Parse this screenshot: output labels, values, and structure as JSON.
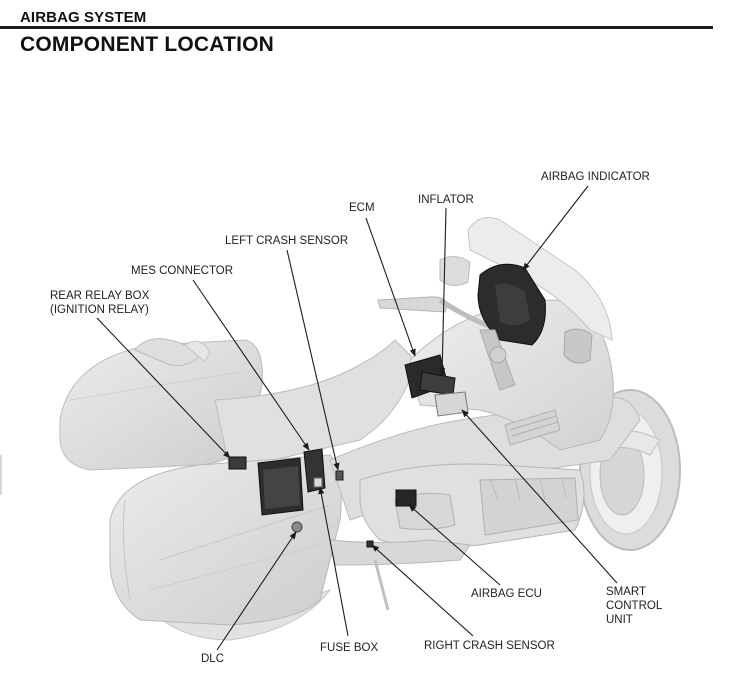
{
  "header": {
    "section": "AIRBAG SYSTEM",
    "title": "COMPONENT LOCATION"
  },
  "figure": {
    "subject": "motorcycle-illustration",
    "callouts": [
      {
        "id": "airbag-indicator",
        "label": "AIRBAG INDICATOR"
      },
      {
        "id": "inflator",
        "label": "INFLATOR"
      },
      {
        "id": "ecm",
        "label": "ECM"
      },
      {
        "id": "left-crash-sensor",
        "label": "LEFT CRASH SENSOR"
      },
      {
        "id": "mes-connector",
        "label": "MES CONNECTOR"
      },
      {
        "id": "rear-relay-box",
        "label": "REAR RELAY BOX",
        "label2": "(IGNITION RELAY)"
      },
      {
        "id": "smart-control-unit",
        "label": "SMART",
        "label2": "CONTROL",
        "label3": "UNIT"
      },
      {
        "id": "airbag-ecu",
        "label": "AIRBAG ECU"
      },
      {
        "id": "right-crash-sensor",
        "label": "RIGHT CRASH SENSOR"
      },
      {
        "id": "fuse-box",
        "label": "FUSE BOX"
      },
      {
        "id": "dlc",
        "label": "DLC"
      }
    ]
  },
  "colors": {
    "ink": "#1c1c1c",
    "body_light": "#e4e4e4",
    "body_mid": "#cfcfcf",
    "body_dark": "#b5b5b5",
    "component_dark": "#2a2a2a"
  }
}
